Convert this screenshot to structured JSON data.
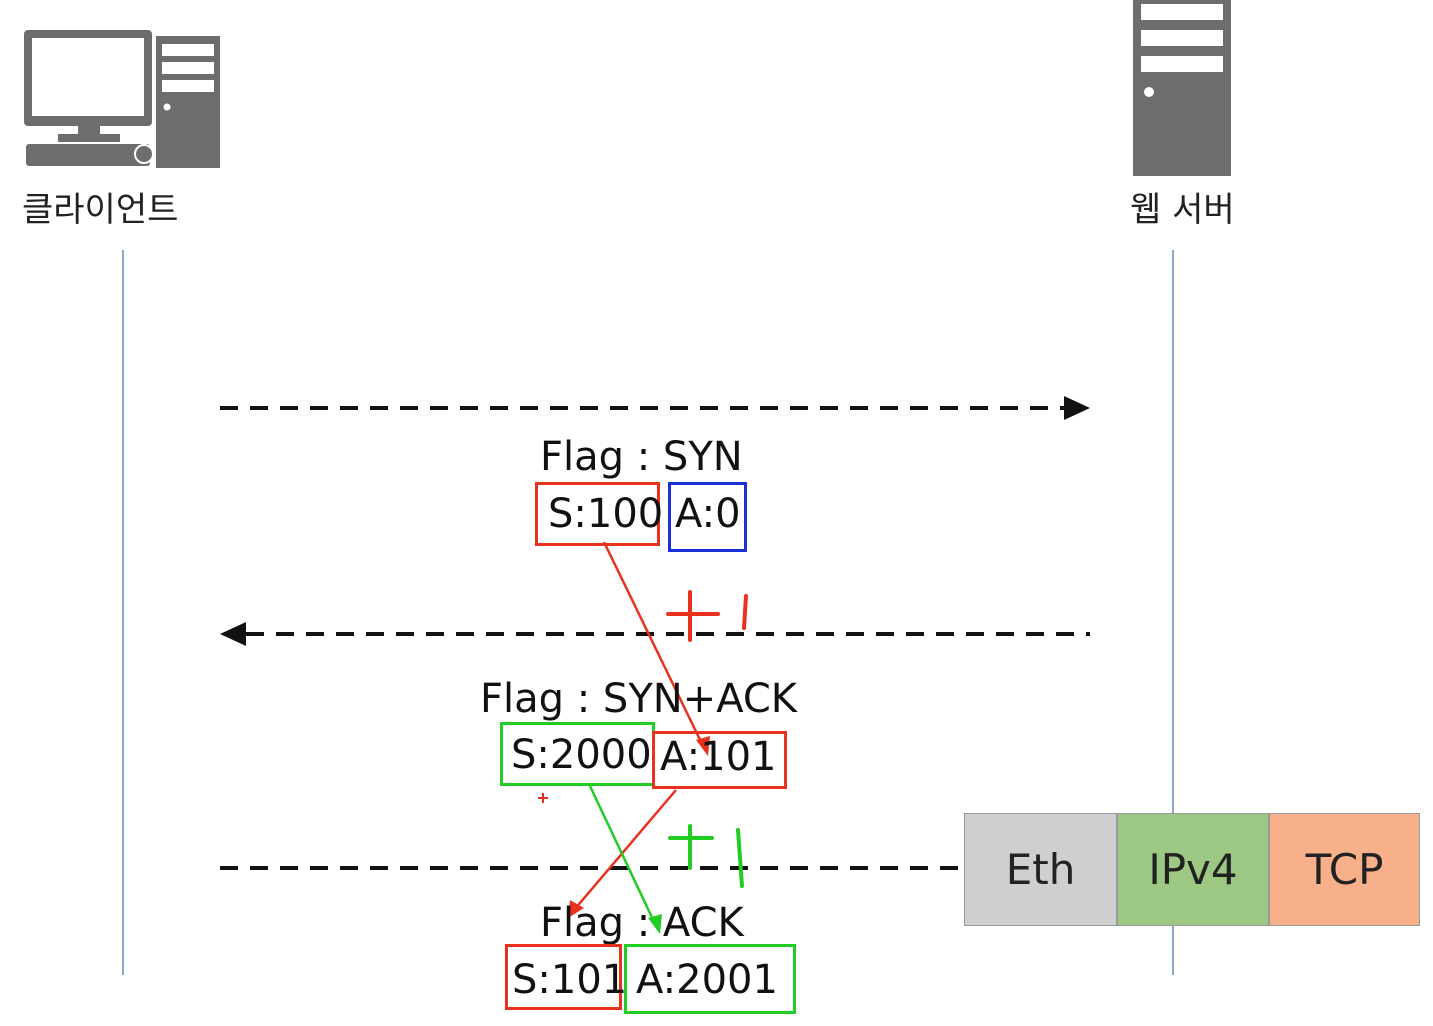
{
  "hosts": {
    "client": {
      "label": "클라이언트",
      "icon": "desktop-computer-icon"
    },
    "server": {
      "label": "웹 서버",
      "icon": "server-tower-icon"
    }
  },
  "messages": [
    {
      "direction": "client-to-server",
      "flag": "Flag : SYN",
      "seq": "S:100",
      "ack": "A:0"
    },
    {
      "direction": "server-to-client",
      "flag": "Flag : SYN+ACK",
      "seq": "S:2000",
      "ack": "A:101"
    },
    {
      "direction": "client-to-server",
      "flag": "Flag : ACK",
      "seq": "S:101",
      "ack": "A:2001"
    }
  ],
  "annotations": {
    "plus_one_red": "+1",
    "plus_one_green": "+1",
    "small_plus": "+"
  },
  "packet_layers": [
    {
      "name": "Eth",
      "color": "#cfcfcf"
    },
    {
      "name": "IPv4",
      "color": "#9dc884"
    },
    {
      "name": "TCP",
      "color": "#f7b08a"
    }
  ],
  "colors": {
    "red": "#e8321e",
    "green": "#22cc22",
    "blue": "#1d2fd6",
    "lifeline": "#8aa9c9",
    "icon": "#6d6d6d"
  }
}
